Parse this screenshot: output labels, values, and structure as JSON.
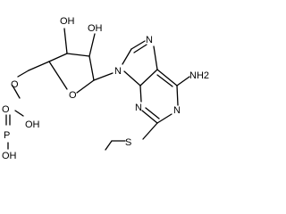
{
  "molecule": {
    "atom_labels": {
      "phosphate_oh_top": "OH",
      "phosphate_o_double": "O",
      "phosphorus": "P",
      "phosphate_oh_bottom": "OH",
      "ester_oxygen": "O",
      "ring_oxygen": "O",
      "hydroxyl_3": "OH",
      "hydroxyl_2": "OH",
      "n9": "N",
      "n7": "N",
      "n3": "N",
      "n1": "N",
      "amine": "NH2",
      "sulfur": "S"
    },
    "colors": {
      "bond": "#000000",
      "oxygen": "#ff0d0d",
      "nitrogen": "#3050f8",
      "phosphorus": "#ff8000",
      "sulfur": "#b8a000"
    }
  }
}
